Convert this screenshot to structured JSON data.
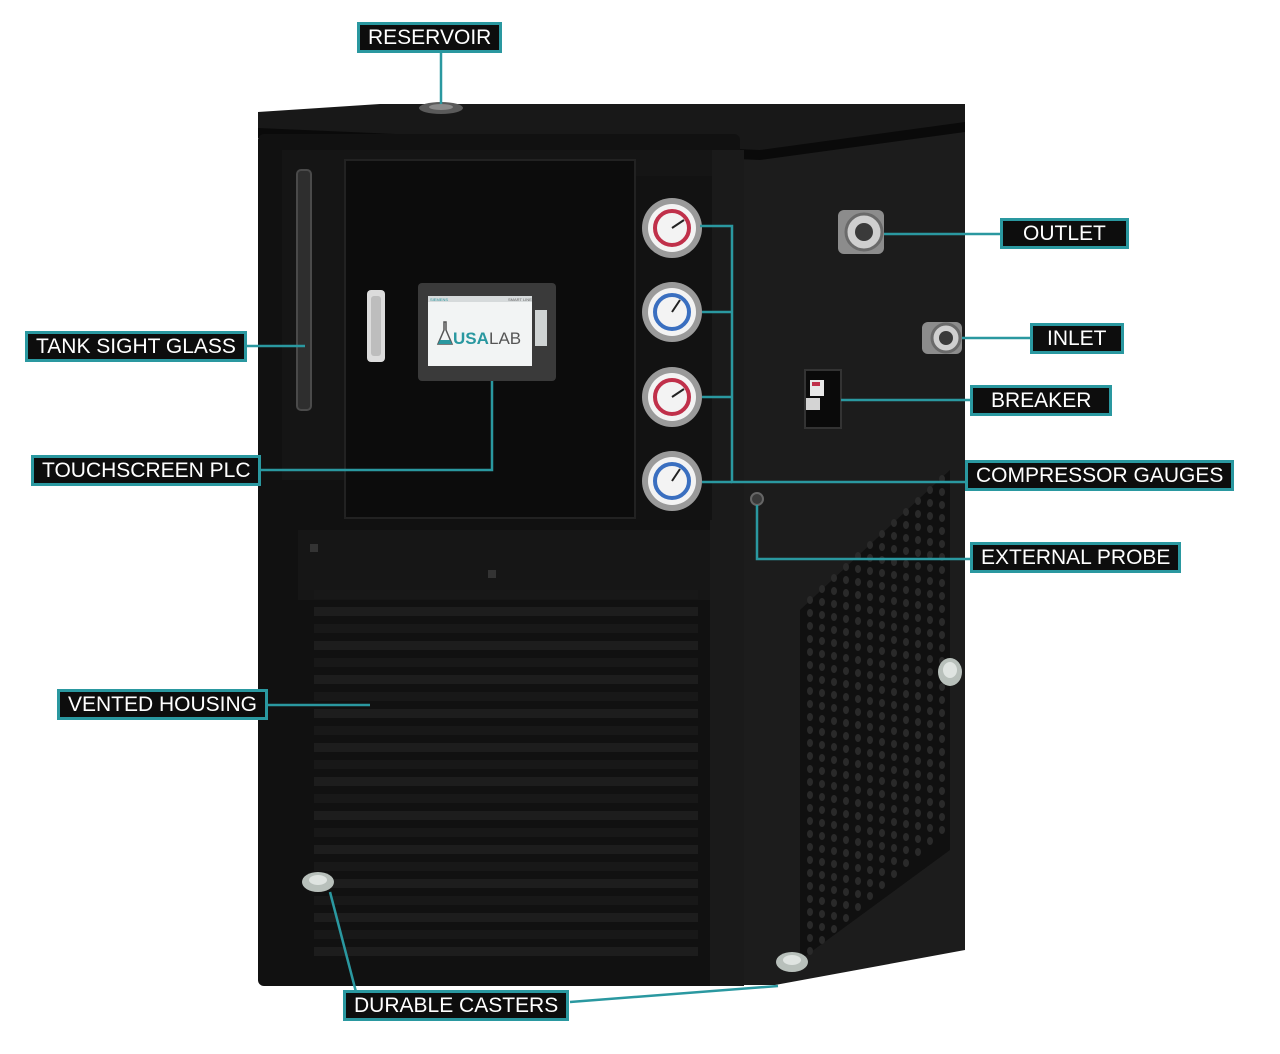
{
  "colors": {
    "accent": "#2a98a0",
    "label_bg": "#0d0d0d",
    "label_text": "#ffffff",
    "housing": "#141414",
    "gauge_red": "#c0304a",
    "gauge_blue": "#3a6fc0"
  },
  "labels": {
    "reservoir": "RESERVOIR",
    "outlet": "OUTLET",
    "inlet": "INLET",
    "breaker": "BREAKER",
    "tank_sight_glass": "TANK SIGHT GLASS",
    "touchscreen_plc": "TOUCHSCREEN PLC",
    "compressor_gauges": "COMPRESSOR GAUGES",
    "external_probe": "EXTERNAL PROBE",
    "vented_housing": "VENTED HOUSING",
    "durable_casters": "DURABLE CASTERS"
  },
  "screen": {
    "logo_usa": "USA",
    "logo_lab": "LAB",
    "header_right": "SMART LINE",
    "header_left": "SIEMENS"
  },
  "icons": [
    "flask-logo-icon",
    "gauge-icon",
    "caster-wheel-icon",
    "fitting-icon",
    "breaker-switch-icon"
  ]
}
